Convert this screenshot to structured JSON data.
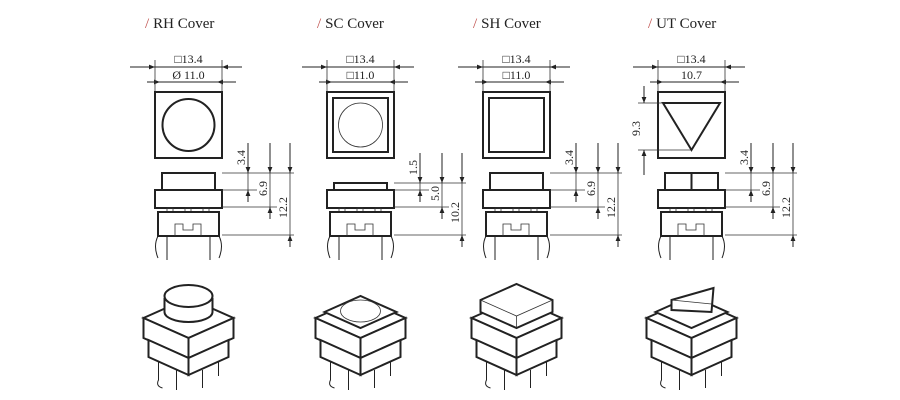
{
  "colors": {
    "accent_slash": "#c0504d",
    "line": "#222222"
  },
  "panels": [
    {
      "slash": "/",
      "title": "RH Cover",
      "top_style": "circle",
      "outer_dim": "□13.4",
      "inner_dim": "Ø 11.0",
      "side_dims": [
        "3.4",
        "6.9",
        "12.2"
      ],
      "cap": "round-dome"
    },
    {
      "slash": "/",
      "title": "SC Cover",
      "top_style": "square-circle",
      "outer_dim": "□13.4",
      "inner_dim": "□11.0",
      "side_dims": [
        "1.5",
        "5.0",
        "10.2"
      ],
      "cap": "square-lens"
    },
    {
      "slash": "/",
      "title": "SH Cover",
      "top_style": "square",
      "outer_dim": "□13.4",
      "inner_dim": "□11.0",
      "side_dims": [
        "3.4",
        "6.9",
        "12.2"
      ],
      "cap": "square"
    },
    {
      "slash": "/",
      "title": "UT Cover",
      "top_style": "triangle",
      "outer_dim": "□13.4",
      "inner_dim": "10.7",
      "side_dims": [
        "3.4",
        "6.9",
        "12.2"
      ],
      "extra_dim": "9.3",
      "cap": "triangle"
    }
  ]
}
